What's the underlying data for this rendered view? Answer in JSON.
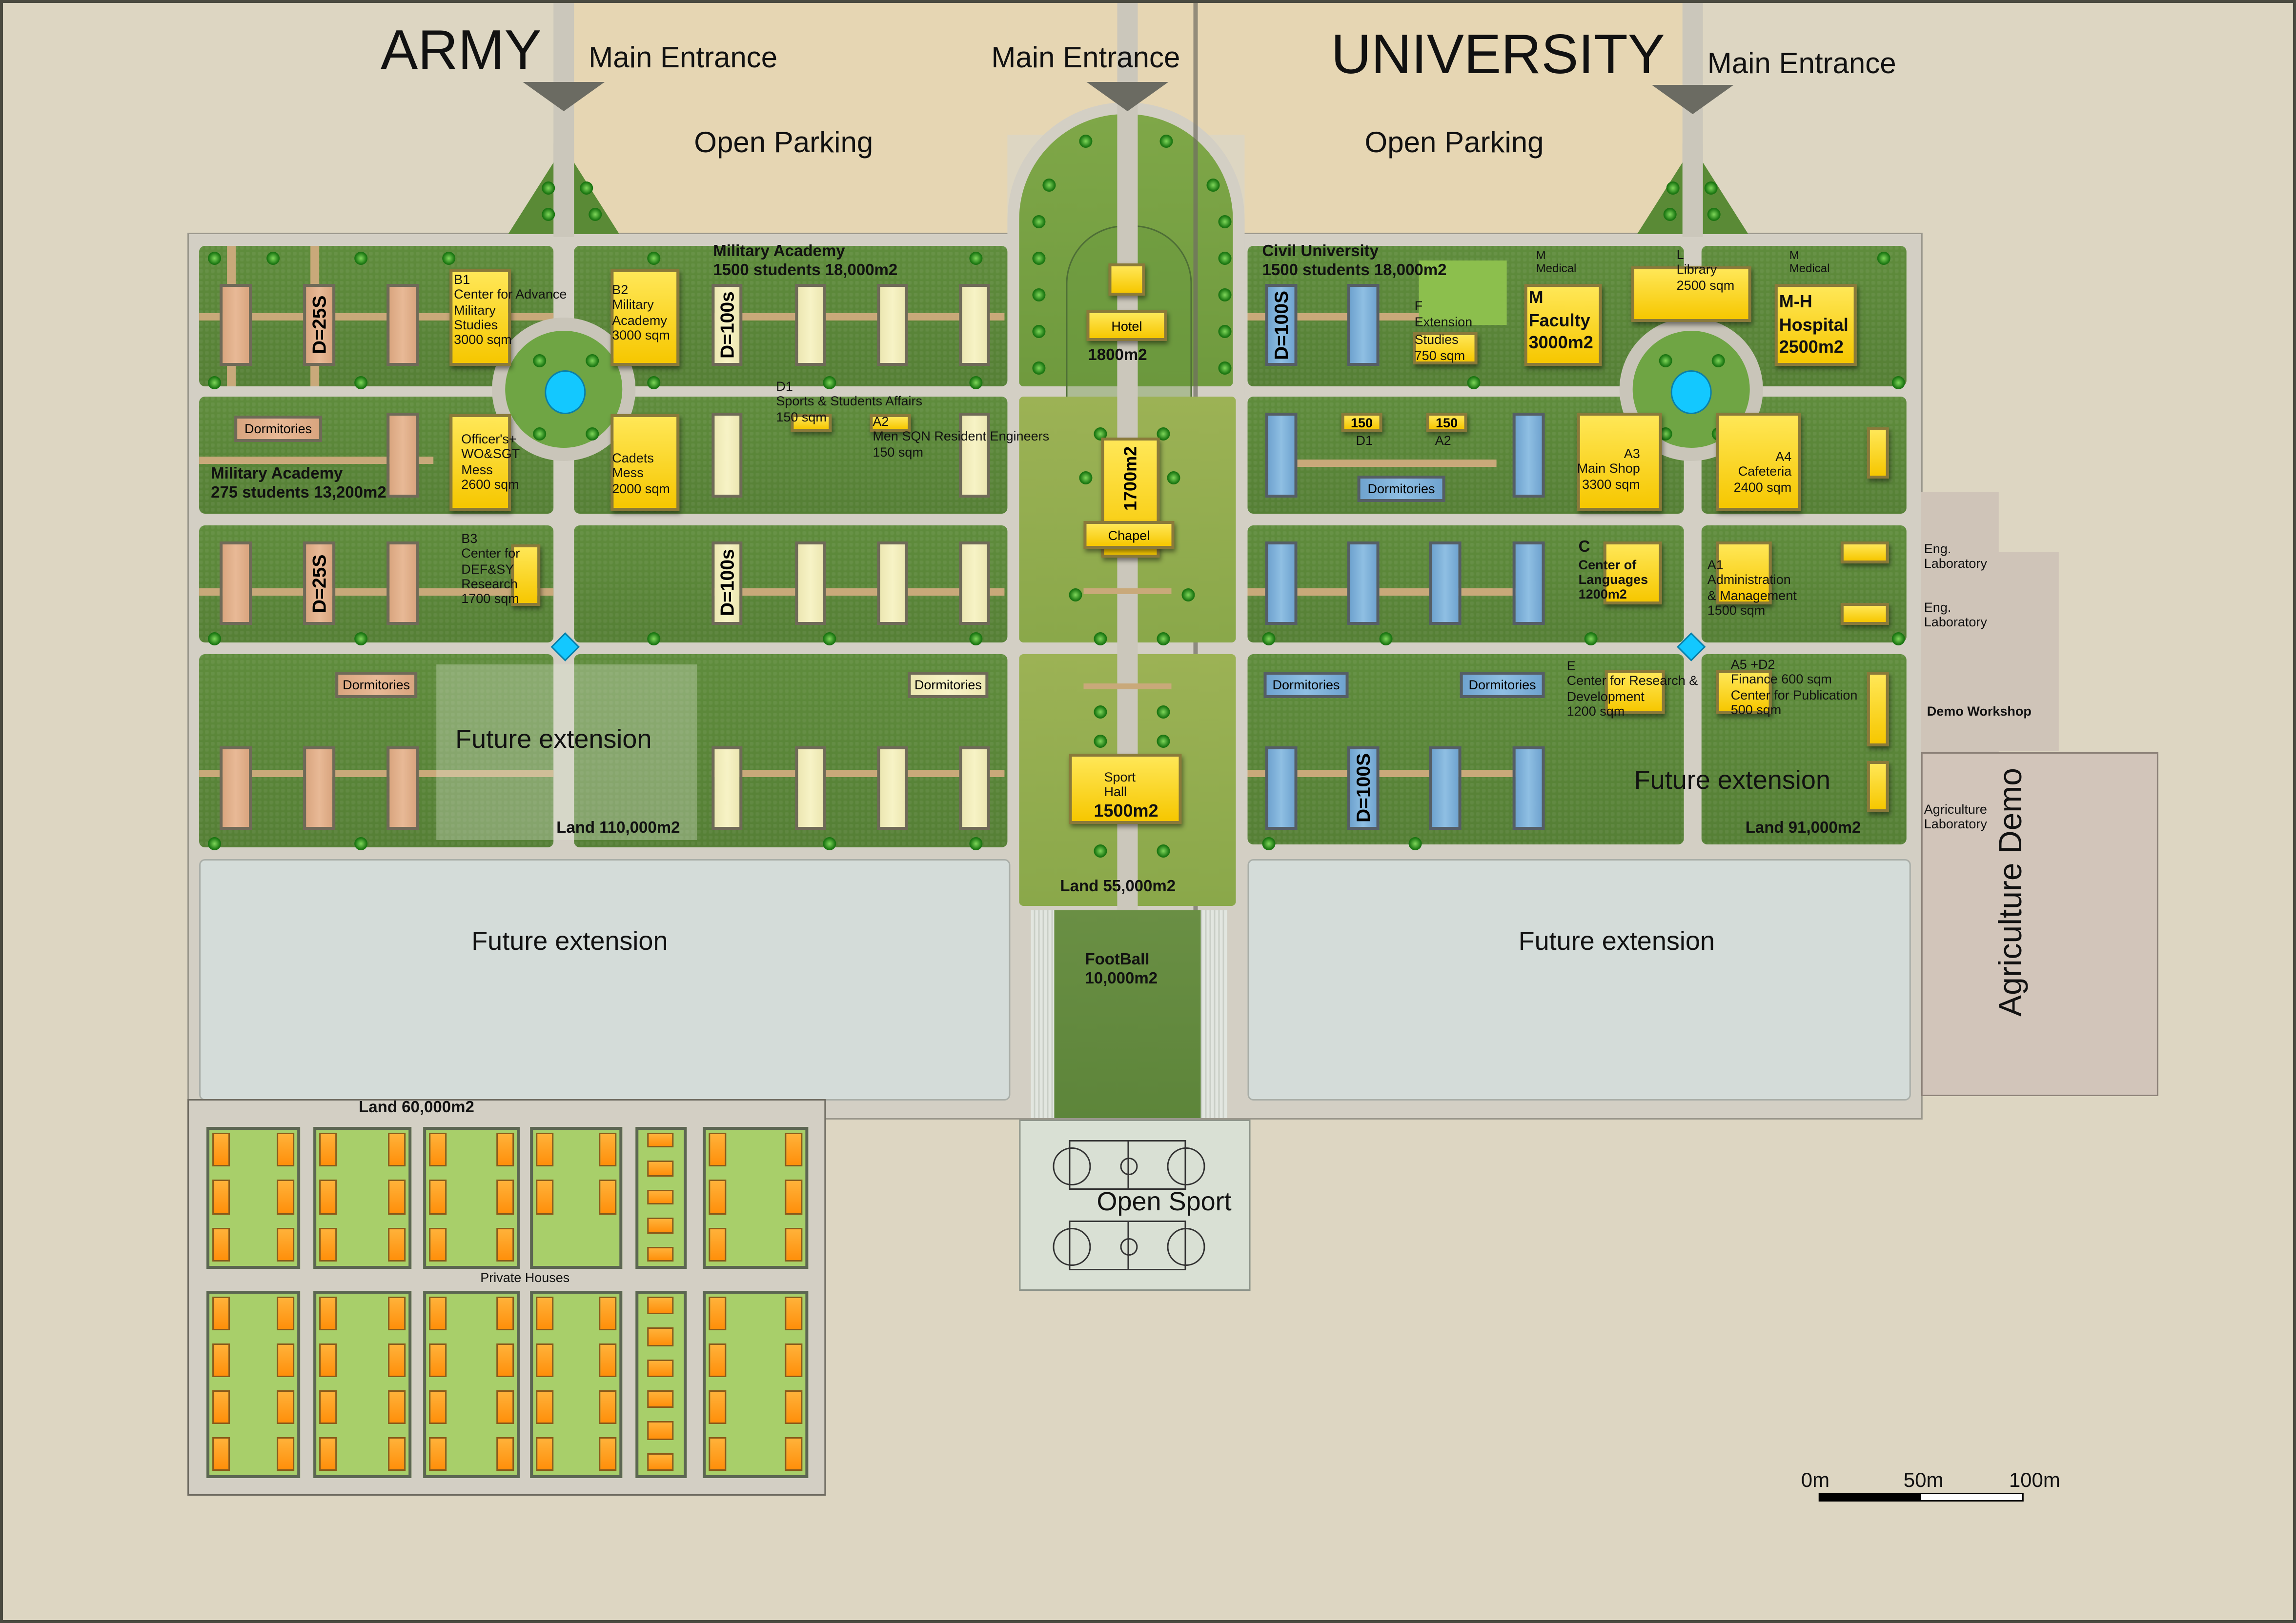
{
  "header": {
    "army_title": "ARMY",
    "university_title": "UNIVERSITY",
    "main_entrance_left": "Main Entrance",
    "main_entrance_center": "Main Entrance",
    "main_entrance_right": "Main Entrance",
    "open_parking_left": "Open Parking",
    "open_parking_right": "Open Parking"
  },
  "army": {
    "academy_title": "Military Academy",
    "academy_stats": "1500 students 18,000m2",
    "academy2_title": "Military Academy",
    "academy2_stats": "275 students 13,200m2",
    "b1": [
      "B1",
      "Center for Advance",
      "Military",
      "Studies",
      "3000 sqm"
    ],
    "b2": [
      "B2",
      "Military",
      "Academy",
      "3000 sqm"
    ],
    "officers": [
      "Officer's+",
      "WO&SGT",
      "Mess",
      "2600 sqm"
    ],
    "cadets": [
      "Cadets",
      "Mess",
      "2000 sqm"
    ],
    "b3": [
      "B3",
      "Center for",
      "DEF&SY",
      "Research",
      "1700 sqm"
    ],
    "d1": [
      "D1",
      "Sports & Students Affairs",
      "150 sqm"
    ],
    "a2": [
      "A2",
      "Men SQN Resident Engineers",
      "150 sqm"
    ],
    "d25_1": "D=25S",
    "d25_2": "D=25S",
    "d100_1": "D=100s",
    "d100_2": "D=100s",
    "dorm_1": "Dormitories",
    "dorm_2": "Dormitories",
    "dorm_3": "Dormitories",
    "future_extension": "Future extension",
    "land": "Land 110,000m2",
    "future_extension_lower": "Future extension"
  },
  "center": {
    "hotel": "Hotel",
    "hotel_area": "1800m2",
    "chapel_area": "1700m2",
    "chapel": "Chapel",
    "sport_hall": [
      "Sport",
      "Hall",
      "1500m2"
    ],
    "land": "Land  55,000m2",
    "football": [
      "FootBall",
      "10,000m2"
    ],
    "open_sport": "Open Sport"
  },
  "university": {
    "title": "Civil University",
    "stats": "1500 students 18,000m2",
    "d100_1": "D=100S",
    "d100_2": "D=100S",
    "f": [
      "F",
      "Extension",
      "Studies",
      "750 sqm"
    ],
    "medical_left": [
      "M",
      "Medical"
    ],
    "faculty": [
      "M",
      "Faculty",
      "3000m2"
    ],
    "library": [
      "L",
      "Library",
      "2500 sqm"
    ],
    "medical_right": [
      "M",
      "Medical"
    ],
    "hospital": [
      "M-H",
      "Hospital",
      "2500m2"
    ],
    "d1_area": "150",
    "d1_label": "D1",
    "a2_area": "150",
    "a2_label": "A2",
    "dorm_1": "Dormitories",
    "dorm_2": "Dormitories",
    "dorm_3": "Dormitories",
    "a3": [
      "A3",
      "Main Shop",
      "3300 sqm"
    ],
    "a4": [
      "A4",
      "Cafeteria",
      "2400 sqm"
    ],
    "c": [
      "C",
      "Center of",
      "Languages",
      "1200m2"
    ],
    "a1": [
      "A1",
      "Administration",
      "& Management",
      "1500 sqm"
    ],
    "e": [
      "E",
      "Center for Research &",
      "Development",
      "1200 sqm"
    ],
    "a5": [
      "A5 +D2",
      "Finance 600 sqm",
      "Center for Publication",
      "500 sqm"
    ],
    "future_extension": "Future extension",
    "land": "Land  91,000m2",
    "future_extension_lower": "Future extension"
  },
  "annex": {
    "eng_lab_1": [
      "Eng.",
      "Laboratory"
    ],
    "eng_lab_2": [
      "Eng.",
      "Laboratory"
    ],
    "demo_workshop": "Demo Workshop",
    "agri_lab": [
      "Agriculture",
      "Laboratory"
    ],
    "agri_demo": "Agriculture Demo"
  },
  "housing": {
    "land": "Land 60,000m2",
    "label": "Private  Houses"
  },
  "scale_bar": {
    "labels": [
      "0m",
      "50m",
      "100m"
    ]
  },
  "colors": {
    "academic_building": "#f6c700",
    "army_dorm": "#e8b996",
    "army_class": "#f7f3c6",
    "university_dorm": "#8fbfe3",
    "house": "#ff9c1a",
    "fountain": "#13c8ff"
  }
}
